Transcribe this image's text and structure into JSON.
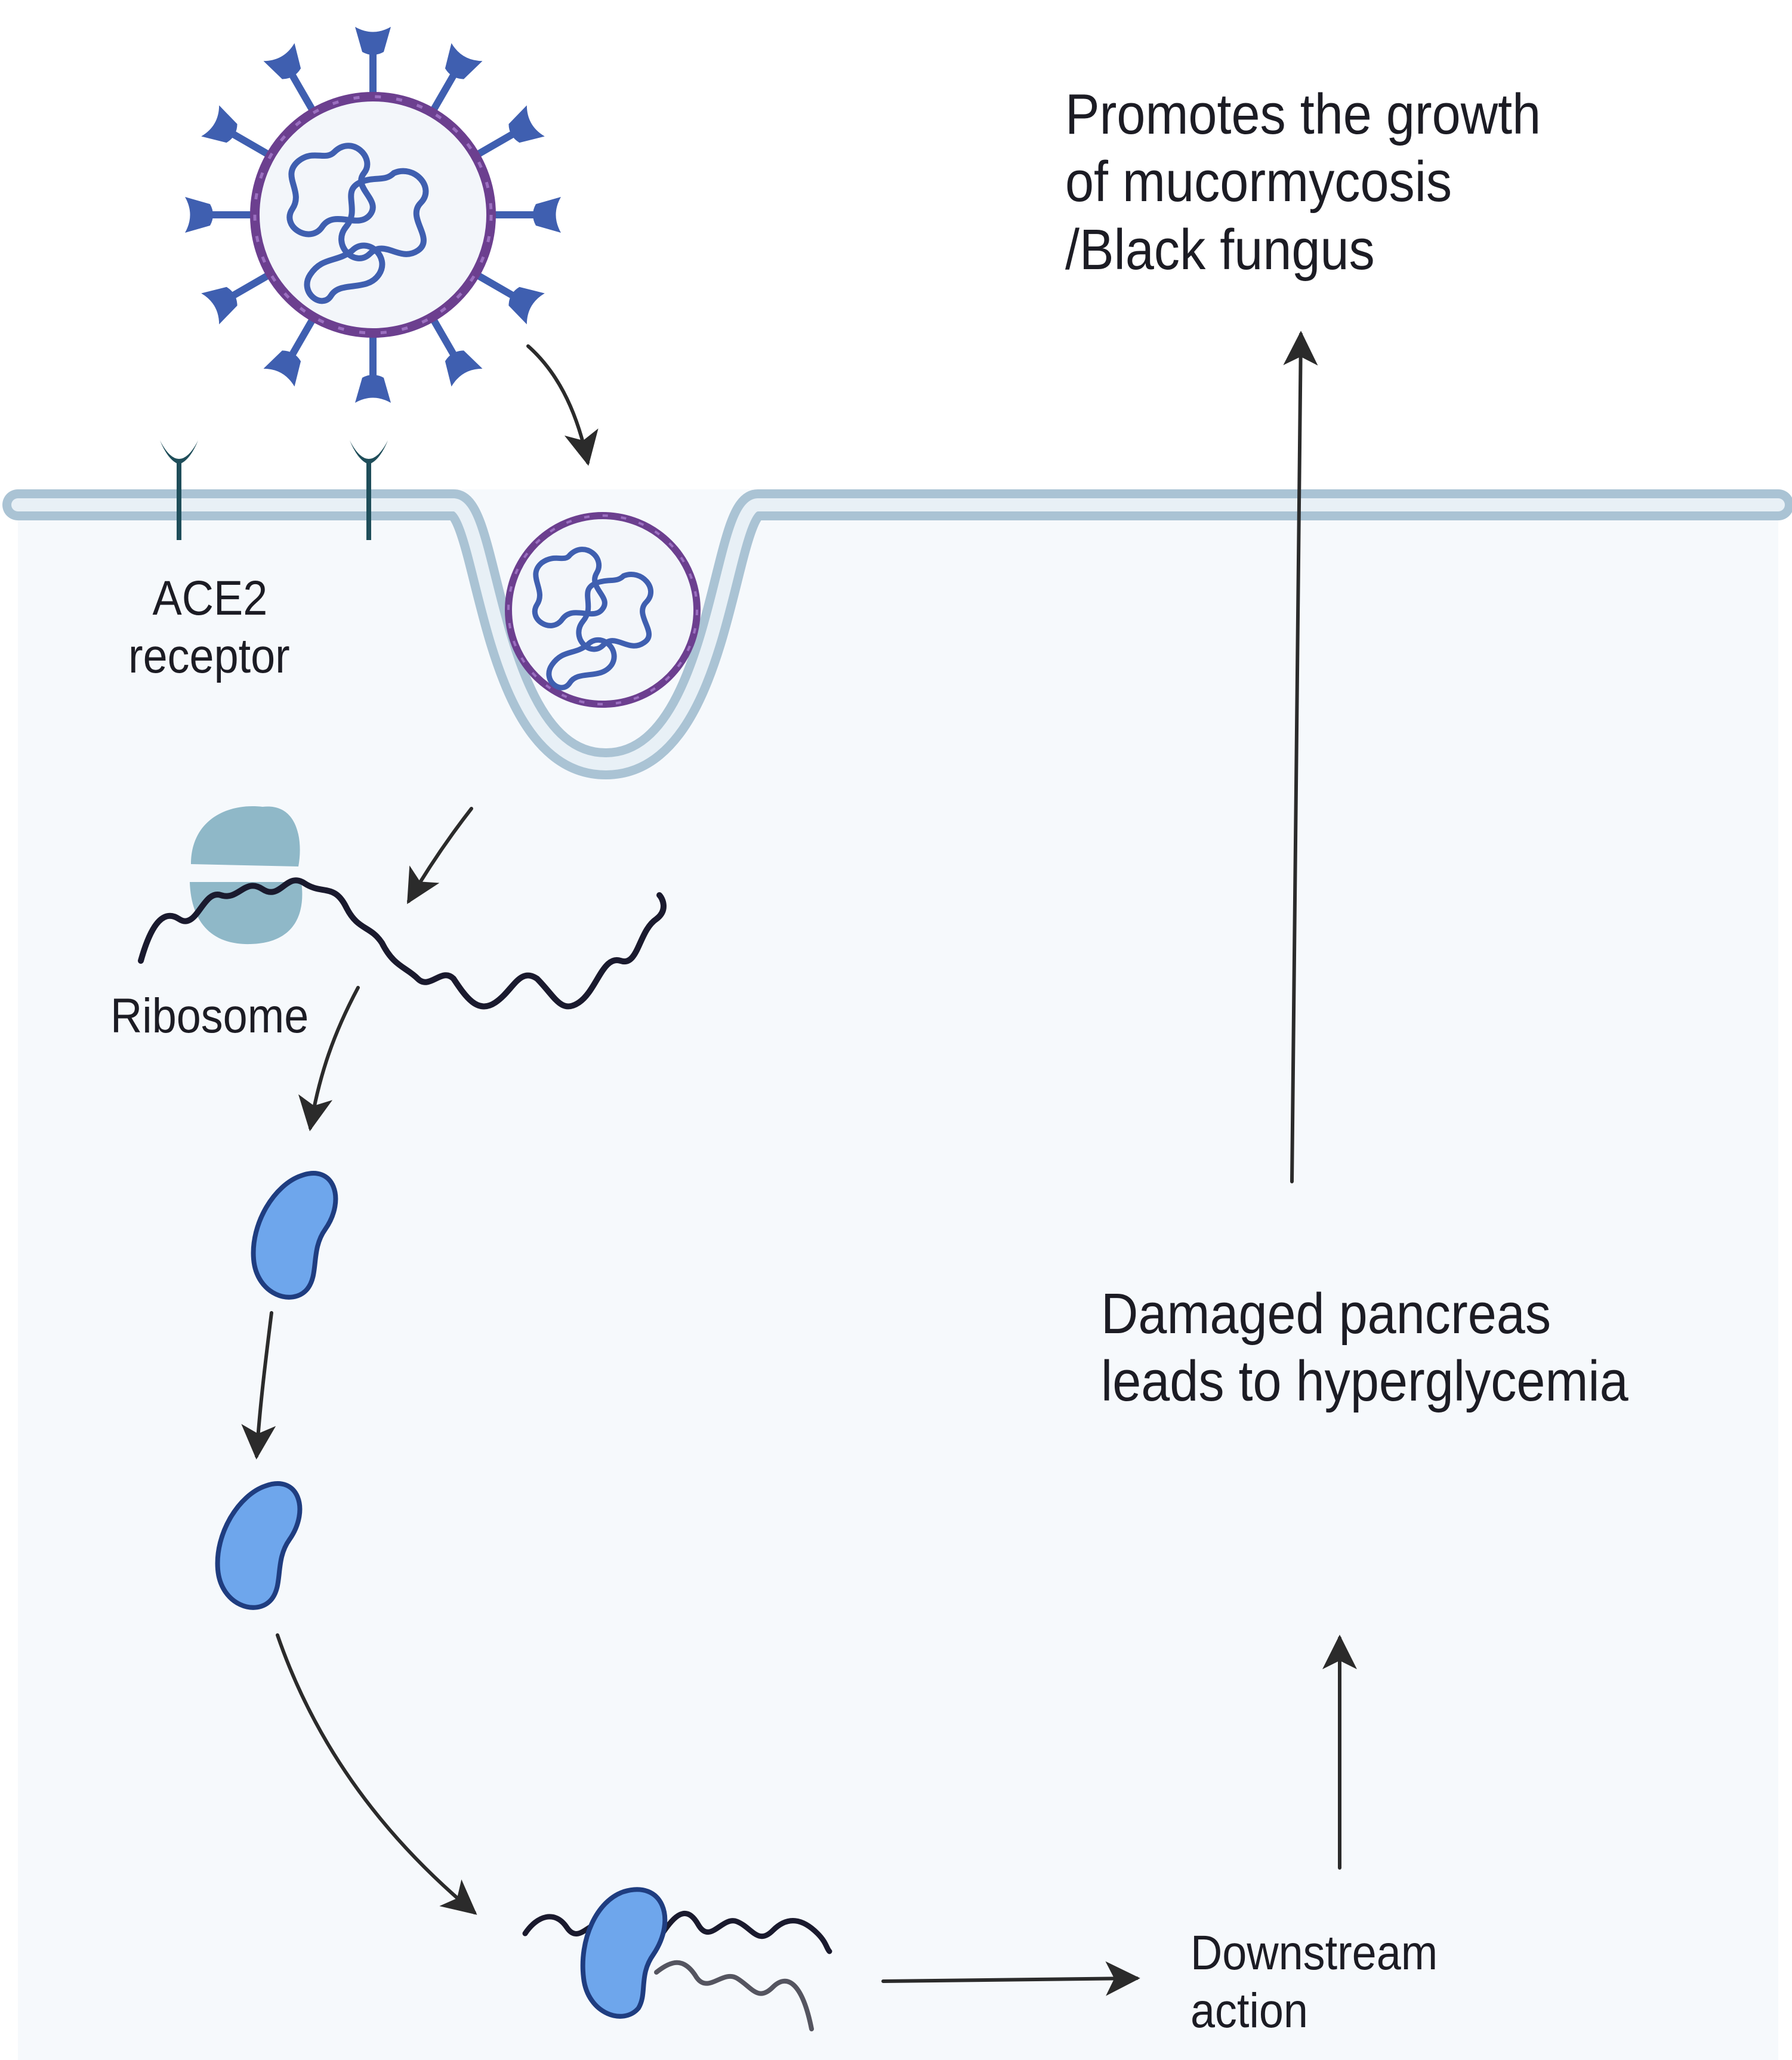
{
  "labels": {
    "ace2_line1": "ACE2",
    "ace2_line2": "receptor",
    "ribosome": "Ribosome",
    "promotes_line1": "Promotes the growth",
    "promotes_line2": "of mucormycosis",
    "promotes_line3": "/Black fungus",
    "damaged_line1": "Damaged pancreas",
    "damaged_line2": "leads to hyperglycemia",
    "downstream_line1": "Downstream",
    "downstream_line2": "action"
  },
  "icons": [
    "coronavirus-icon",
    "ace2-receptor-icon",
    "endocytic-vesicle-icon",
    "ribosome-icon",
    "mrna-strand-icon",
    "viral-protein-icon",
    "protein-rna-complex-icon",
    "arrow-icon"
  ],
  "colors": {
    "background": "#ffffff",
    "cell_interior": "#f6f9fc",
    "membrane": "#aac3d4",
    "virus_blue": "#3f5fb0",
    "virus_purple": "#6c3f8f",
    "ribosome": "#8fb8c8",
    "protein": "#6ea6ec",
    "protein_outline": "#1f3d80",
    "receptor": "#1f4e5a",
    "arrow": "#2b2b2b",
    "text": "#1c1c24"
  }
}
